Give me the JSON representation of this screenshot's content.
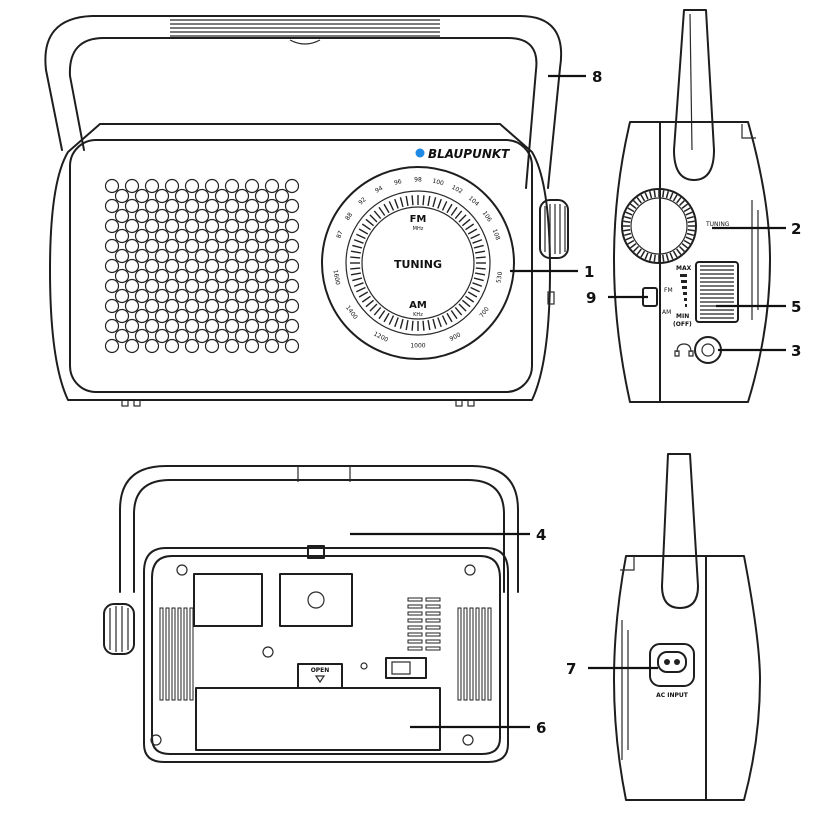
{
  "brand": "BLAUPUNKT",
  "dial": {
    "center_label": "TUNING",
    "fm_label": "FM",
    "fm_unit": "MHz",
    "am_label": "AM",
    "am_unit": "KHz",
    "fm_scale": [
      "87",
      "88",
      "92",
      "94",
      "96",
      "98",
      "100",
      "102",
      "104",
      "106",
      "108"
    ],
    "am_scale": [
      "1600",
      "1400",
      "1200",
      "1000",
      "900",
      "700",
      "530"
    ]
  },
  "side_panel": {
    "tuning_label": "TUNING",
    "band_fm": "FM",
    "band_am": "AM",
    "volume_max": "MAX",
    "volume_min": "MIN",
    "volume_off": "(OFF)"
  },
  "back_panel": {
    "battery_door_label": "OPEN"
  },
  "ac_panel": {
    "ac_input_label": "AC INPUT"
  },
  "callouts": [
    {
      "id": "1",
      "text": "1"
    },
    {
      "id": "2",
      "text": "2"
    },
    {
      "id": "3",
      "text": "3"
    },
    {
      "id": "4",
      "text": "4"
    },
    {
      "id": "5",
      "text": "5"
    },
    {
      "id": "6",
      "text": "6"
    },
    {
      "id": "7",
      "text": "7"
    },
    {
      "id": "8",
      "text": "8"
    },
    {
      "id": "9",
      "text": "9"
    }
  ],
  "colors": {
    "line": "#1e1e1e",
    "logo_dot": "#1e88e5",
    "background": "#ffffff"
  },
  "icons": [
    "headphone-icon",
    "logo-dot-icon",
    "screw-icon"
  ]
}
